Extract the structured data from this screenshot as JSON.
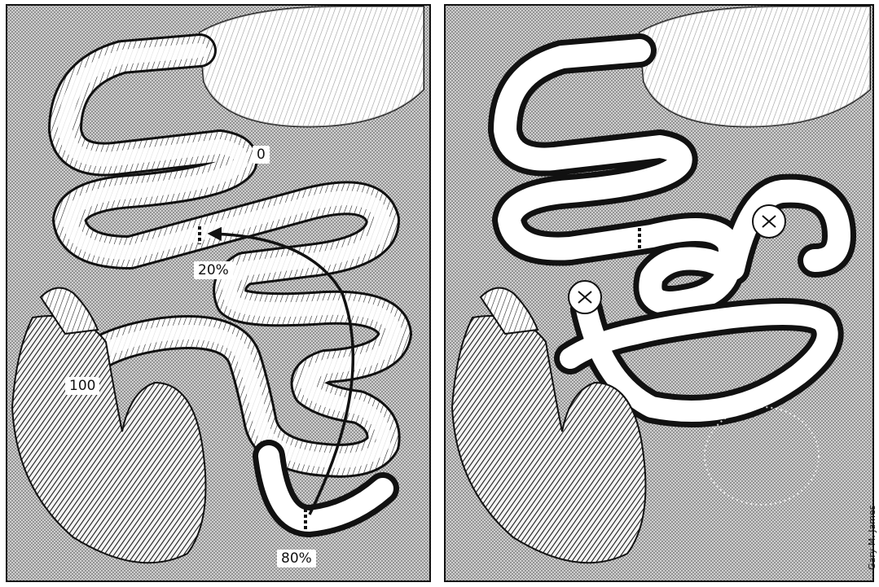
{
  "figure": {
    "left_panel": {
      "labels": {
        "zero": "0",
        "twenty": "20%",
        "eighty": "80%",
        "hundred": "100"
      }
    },
    "right_panel": {},
    "signature": "Gary M. James"
  }
}
